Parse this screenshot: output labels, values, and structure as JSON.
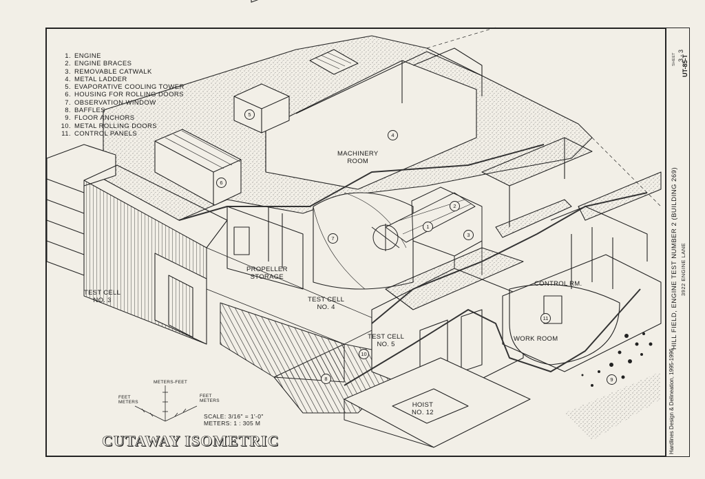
{
  "legend": [
    {
      "num": "1.",
      "text": "ENGINE"
    },
    {
      "num": "2.",
      "text": "ENGINE BRACES"
    },
    {
      "num": "3.",
      "text": "REMOVABLE CATWALK"
    },
    {
      "num": "4.",
      "text": "METAL LADDER"
    },
    {
      "num": "5.",
      "text": "EVAPORATIVE COOLING TOWER"
    },
    {
      "num": "6.",
      "text": "HOUSING FOR ROLLING DOORS"
    },
    {
      "num": "7.",
      "text": "OBSERVATION WINDOW"
    },
    {
      "num": "8.",
      "text": "BAFFLES"
    },
    {
      "num": "9.",
      "text": "FLOOR ANCHORS"
    },
    {
      "num": "10.",
      "text": "METAL ROLLING DOORS"
    },
    {
      "num": "11.",
      "text": "CONTROL PANELS"
    }
  ],
  "labels": {
    "machinery_room": "MACHINERY\nROOM",
    "propeller_storage": "PROPELLER\nSTORAGE",
    "test_cell_3": "TEST CELL\nNO. 3",
    "test_cell_4": "TEST CELL\nNO. 4",
    "test_cell_5": "TEST CELL\nNO. 5",
    "control_room": "CONTROL RM.",
    "work_room": "WORK ROOM",
    "hoist": "HOIST\nNO. 12"
  },
  "callouts": {
    "c1": "1",
    "c2": "2",
    "c3": "3",
    "c4": "4",
    "c5": "5",
    "c6": "6",
    "c7": "7",
    "c8": "8",
    "c9": "9",
    "c10": "10",
    "c11": "11"
  },
  "title": "CUTAWAY ISOMETRIC",
  "scale": {
    "meters_feet": "METERS-FEET",
    "feet_meters_left": "FEET\nMETERS",
    "feet_meters_right": "FEET\nMETERS",
    "text": "SCALE: 3/16\" = 1'-0\"\nMETERS: 1 : 305 M"
  },
  "title_block": {
    "main": "HILL FIELD, ENGINE TEST NUMBER 2 (BUILDING 269)",
    "address": "3922 ENGINE LANE",
    "delineation": "Hardlines Design & Delineation, 1995-1996",
    "sheet_label": "SHEET",
    "sheet": "3 - 3",
    "record_id": "UT-85-T"
  }
}
